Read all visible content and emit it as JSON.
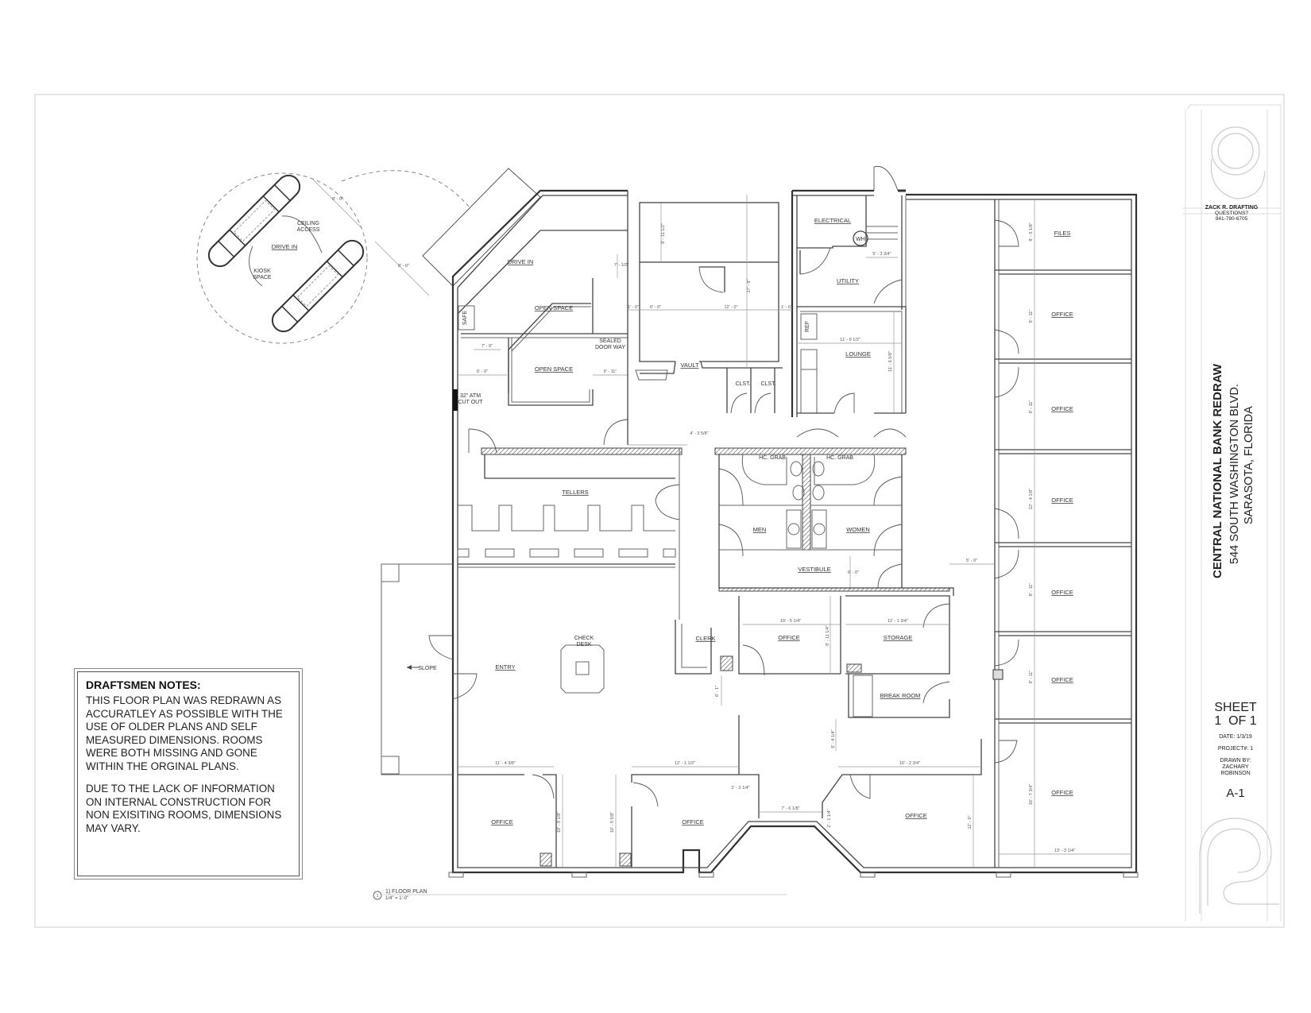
{
  "sheet": {
    "project_title": "CENTRAL NATIONAL BANK REDRAW",
    "address_line1": "544 SOUTH WASHINGTON BLVD.",
    "address_line2": "SARASOTA, FLORIDA",
    "drafting_company": "ZACK R. DRAFTING",
    "questions_label": "QUESTIONS?",
    "phone": "941-780-6705",
    "sheet_label": "SHEET",
    "sheet_number": "1  OF 1",
    "date": "DATE: 1/3/19",
    "project_number": "PROJECT#: 1",
    "drawn_by_label": "DRAWN BY:",
    "drawn_by_first": "ZACHARY",
    "drawn_by_last": "ROBINSON",
    "drawing_number": "A-1"
  },
  "notes": {
    "title": "DRAFTSMEN NOTES:",
    "paragraph1": "THIS FLOOR PLAN WAS REDRAWN AS ACCURATLEY AS POSSIBLE WITH THE USE OF OLDER PLANS AND SELF MEASURED DIMENSIONS. ROOMS WERE BOTH MISSING AND GONE WITHIN THE ORGINAL PLANS.",
    "paragraph2": "DUE TO THE LACK OF INFORMATION ON INTERNAL CONSTRUCTION FOR NON EXISITING ROOMS, DIMENSIONS MAY VARY."
  },
  "view_title": {
    "number": "1",
    "name": "1) FLOOR PLAN",
    "scale": "1/4\" = 1'-0\""
  },
  "kiosk_detail": {
    "drive_in": "DRIVE IN",
    "ceiling_access_1": "CEILING",
    "ceiling_access_2": "ACCESS",
    "kiosk_space_1": "KIOSK",
    "kiosk_space_2": "SPACE",
    "dim_a": "8' - 0\"",
    "dim_b": "8' - 0\""
  },
  "rooms": {
    "drive_in": "DRIVE IN",
    "safe": "SAFE",
    "open_space_1": "OPEN SPACE",
    "open_space_2": "OPEN SPACE",
    "sealed_door_1": "SEALED",
    "sealed_door_2": "DOOR WAY",
    "atm_1": "32\" ATM",
    "atm_2": "CUT OUT",
    "vault": "VAULT",
    "clst_1": "CLST.",
    "clst_2": "CLST.",
    "electrical": "ELECTRICAL",
    "wh": "WH",
    "utility": "UTILITY",
    "lounge": "LOUNGE",
    "ref": "REF",
    "files": "FILES",
    "office_r1": "OFFICE",
    "office_r2": "OFFICE",
    "office_r3": "OFFICE",
    "office_r4": "OFFICE",
    "office_r5": "OFFICE",
    "office_r6": "OFFICE",
    "tellers": "TELLERS",
    "hc_grab_1": "HC. GRAB",
    "hc_grab_2": "HC. GRAB",
    "men": "MEN",
    "women": "WOMEN",
    "vestibule": "VESTIBULE",
    "entry": "ENTRY",
    "slope": "SLOPE",
    "check_desk_1": "CHECK",
    "check_desk_2": "DESK",
    "clerk": "CLERK",
    "office_mid": "OFFICE",
    "storage": "STORAGE",
    "break_room": "BREAK ROOM",
    "office_b1": "OFFICE",
    "office_b2": "OFFICE",
    "office_b3": "OFFICE"
  },
  "dimensions": {
    "vault_top": "8' - 11 1/2\"",
    "vault_height": "17' - 8\"",
    "vault_w1": "1' - 6\"",
    "vault_w2": "6' - 0\"",
    "vault_w3": "12' - 0\"",
    "vault_w4": "1' - 6\"",
    "sealed": "7' - 1/2\"",
    "safe_w": "7' - 9\"",
    "atm_w": "6' - 0\"",
    "open_w": "9' - 11\"",
    "corridor": "4' - 3 5/8\"",
    "utility_w": "5' - 3 3/4\"",
    "lounge_w": "11' - 6 1/2\"",
    "lounge_h": "11' - 6 5/8\"",
    "files_h": "8' - 5 1/8\"",
    "office_r_h": "9' - 11\"",
    "office_r4_h": "12' - 4 1/8\"",
    "hall": "5' - 0\"",
    "office_mid_w": "10' - 5 1/4\"",
    "office_mid_h": "9' - 11 1/4\"",
    "storage_w": "11' - 1 3/4\"",
    "office_b1_w": "11' - 4 3/8\"",
    "office_b1_h": "10' - 9 1/8\"",
    "office_b2_w": "12' - 1 1/2\"",
    "office_b2_h": "10' - 9 5/8\"",
    "office_b2_jog": "2' - 3 1/4\"",
    "bay_w": "7' - 6 1/8\"",
    "office_b3_w": "16' - 2 3/4\"",
    "office_b3_h": "12' - 0\"",
    "office_b3_jog": "2' - 1 1/4\"",
    "office_r6_h": "16' - 7 3/4\"",
    "office_r6_w": "13' - 3 1/4\"",
    "bath_h": "6' - 0\"",
    "clerk_gap": "6' - 1\"",
    "corner_h": "6' - 4 1/4\""
  }
}
